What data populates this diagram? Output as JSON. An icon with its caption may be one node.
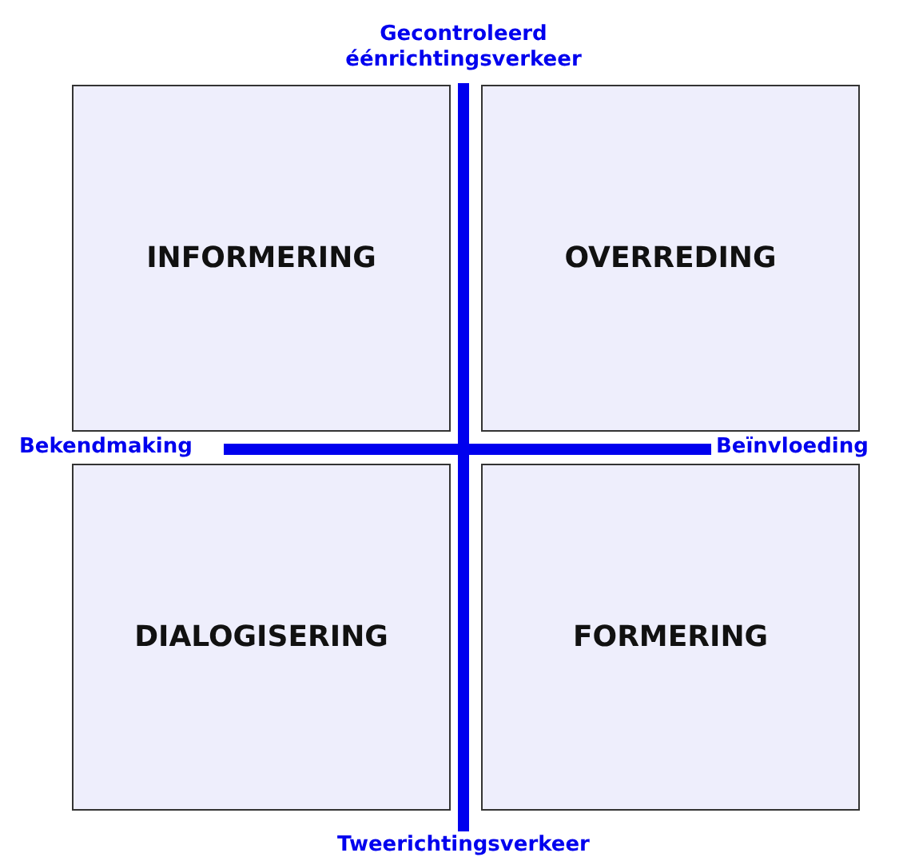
{
  "diagram": {
    "nodes": [
      {
        "text": [
          "INFORMERING"
        ]
      },
      {
        "text": [
          "OVERREDING"
        ]
      },
      {
        "text": [
          "DIALOGISERING"
        ]
      },
      {
        "text": [
          "FORMERING"
        ]
      }
    ],
    "labels": [
      "Gecontroleerd éénrichtingsverkeer",
      "Bekendmaking",
      "Beïnvloeding",
      "Tweerichtingsverkeer"
    ]
  }
}
